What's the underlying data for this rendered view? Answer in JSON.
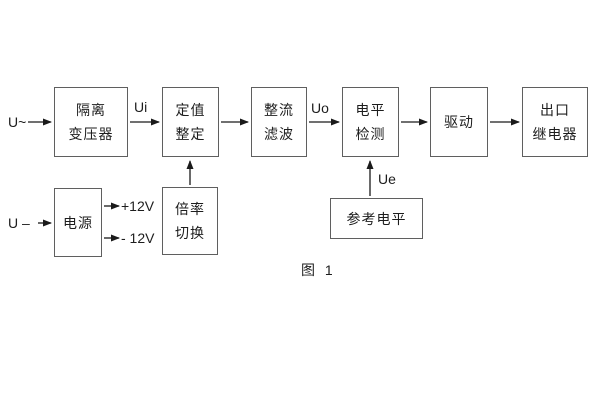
{
  "diagram": {
    "caption": "图 1",
    "inputs": {
      "ac_input": "U~",
      "dc_input": "U –"
    },
    "signal_labels": {
      "ui": "Ui",
      "uo": "Uo",
      "ue": "Ue",
      "plus12v": "+12V",
      "minus12v": "- 12V"
    },
    "blocks": {
      "isolation_transformer": {
        "line1": "隔离",
        "line2": "变压器"
      },
      "setting_adjust": {
        "line1": "定值",
        "line2": "整定"
      },
      "rectifier_filter": {
        "line1": "整流",
        "line2": "滤波"
      },
      "level_detect": {
        "line1": "电平",
        "line2": "检测"
      },
      "drive": {
        "line1": "驱动"
      },
      "output_relay": {
        "line1": "出口",
        "line2": "继电器"
      },
      "power_supply": {
        "line1": "电源"
      },
      "ratio_switch": {
        "line1": "倍率",
        "line2": "切换"
      },
      "reference_level": {
        "line1": "参考电平"
      }
    },
    "colors": {
      "background": "#ffffff",
      "border": "#5f5f5f",
      "text": "#1d1d1d",
      "arrow": "#1a1a1a"
    }
  }
}
